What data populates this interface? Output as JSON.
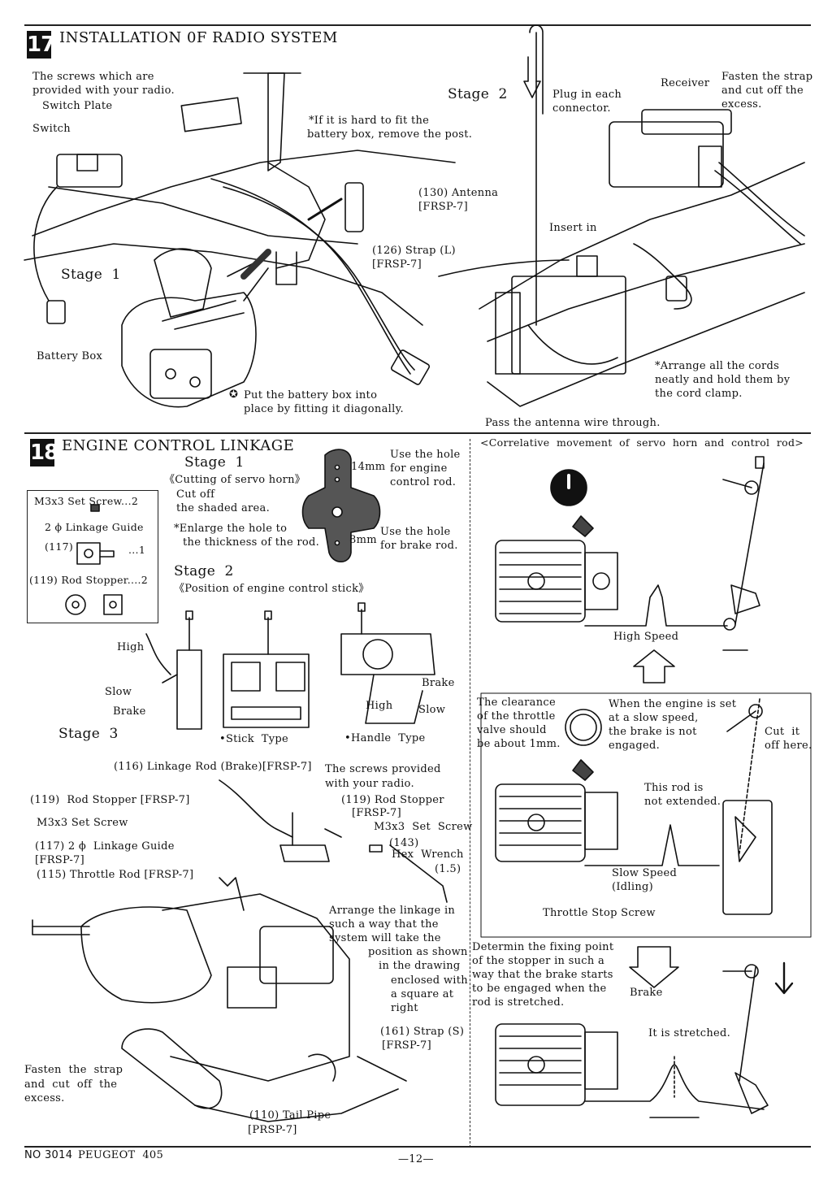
{
  "section17": {
    "number": "17",
    "title": "INSTALLATION 0F RADIO SYSTEM",
    "screws_note_line1": "The screws which are",
    "screws_note_line2": "provided with your radio.",
    "switch_plate": "Switch Plate",
    "switch": "Switch",
    "stage1": "Stage  1",
    "post_note_line1": "*If it is hard to fit the",
    "post_note_line2": "battery box, remove the post.",
    "strap_l_line1": "(126) Strap (L)",
    "strap_l_line2": "[FRSP-7]",
    "battery_box": "Battery Box",
    "battery_note_line1": "Put the battery box into",
    "battery_note_line2": "place by fitting it diagonally.",
    "stage2": "Stage  2",
    "plug_line1": "Plug in each",
    "plug_line2": "connector.",
    "receiver": "Receiver",
    "fasten_line1": "Fasten the strap",
    "fasten_line2": "and cut off the",
    "fasten_line3": "excess.",
    "antenna_line1": "(130) Antenna",
    "antenna_line2": "[FRSP-7]",
    "insert_in": "Insert in",
    "cords_line1": "*Arrange all the cords",
    "cords_line2": "neatly and hold them by",
    "cords_line3": "the cord clamp.",
    "pass_antenna": "Pass the antenna wire through."
  },
  "section18": {
    "number": "18",
    "title": "ENGINE CONTROL LINKAGE",
    "stage1": "Stage  1",
    "cutting_title": "《Cutting of servo horn》",
    "cut_off_line1": "Cut off",
    "cut_off_line2": "the shaded area.",
    "enlarge_line1": "*Enlarge the hole to",
    "enlarge_line2": "the thickness of the rod.",
    "dim_14": "14mm",
    "dim_8": "8mm",
    "hole_engine_line1": "Use the hole",
    "hole_engine_line2": "for engine",
    "hole_engine_line3": "control rod.",
    "hole_brake_line1": "Use the hole",
    "hole_brake_line2": "for brake rod.",
    "parts": {
      "set_screw": "M3x3 Set Screw...2",
      "linkage_guide": "2 ϕ Linkage Guide",
      "guide_num": "(117)",
      "guide_qty": "...1",
      "rod_stopper": "(119) Rod Stopper....2"
    },
    "stage2": "Stage  2",
    "position_title": "《Position of engine control stick》",
    "high": "High",
    "slow": "Slow",
    "brake": "Brake",
    "stick_type": "•Stick  Type",
    "handle_type": "•Handle  Type",
    "handle_brake": "Brake",
    "handle_high": "High",
    "handle_slow": "Slow",
    "stage3": "Stage  3",
    "linkage_rod": "(116) Linkage Rod (Brake)[FRSP-7]",
    "rod_stopper_l": "(119)  Rod Stopper [FRSP-7]",
    "set_screw_l": "M3x3 Set Screw",
    "guide_l_line1": "(117) 2 ϕ  Linkage Guide",
    "guide_l_line2": "[FRSP-7]",
    "throttle_rod": "(115) Throttle Rod [FRSP-7]",
    "screws_radio_line1": "The screws provided",
    "screws_radio_line2": "with your radio.",
    "rod_stopper_r_line1": "(119) Rod Stopper",
    "rod_stopper_r_line2": "[FRSP-7]",
    "set_screw_r": "M3x3  Set  Screw",
    "hex_line1": "(143)",
    "hex_line2": "Hex  Wrench",
    "hex_line3": "(1.5)",
    "arrange_line1": "Arrange the linkage in",
    "arrange_line2": "such a way that the",
    "arrange_line3": "system will take the",
    "arrange_line4": "position as shown",
    "arrange_line5": "in the drawing",
    "arrange_line6": "enclosed with",
    "arrange_line7": "a square at",
    "arrange_line8": "right",
    "strap_s_line1": "(161) Strap (S)",
    "strap_s_line2": "[FRSP-7]",
    "fasten_line1": "Fasten  the  strap",
    "fasten_line2": "and  cut  off  the",
    "fasten_line3": "excess.",
    "tail_pipe_line1": "(110) Tail Pipe",
    "tail_pipe_line2": "[PRSP-7]"
  },
  "correlative": {
    "title": "<Correlative  movement  of  servo  horn  and  control  rod>",
    "high_speed": "High Speed",
    "clearance_line1": "The clearance",
    "clearance_line2": "of the throttle",
    "clearance_line3": "valve should",
    "clearance_line4": "be about 1mm.",
    "slow_set_line1": "When the engine is set",
    "slow_set_line2": "at a slow speed,",
    "slow_set_line3": "the brake is not",
    "slow_set_line4": "engaged.",
    "cut_it_line1": "Cut  it",
    "cut_it_line2": "off here.",
    "not_extended_line1": "This rod is",
    "not_extended_line2": "not extended.",
    "slow_speed_line1": "Slow Speed",
    "slow_speed_line2": "(Idling)",
    "throttle_stop": "Throttle Stop Screw",
    "determin_line1": "Determin the fixing point",
    "determin_line2": "of the stopper in such a",
    "determin_line3": "way that the brake starts",
    "determin_line4": "to be engaged when the",
    "determin_line5": "rod is stretched.",
    "brake": "Brake",
    "stretched": "It is stretched."
  },
  "footer": {
    "model_no": "NO 3014",
    "model_name": "PEUGEOT  405",
    "page": "—12—"
  }
}
